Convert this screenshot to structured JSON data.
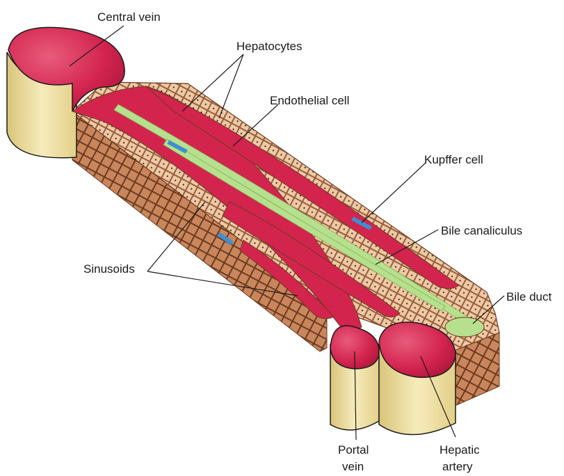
{
  "labels": {
    "central_vein": "Central vein",
    "hepatocytes": "Hepatocytes",
    "endothelial_cell": "Endothelial cell",
    "kupffer_cell": "Kupffer cell",
    "bile_canaliculus": "Bile canaliculus",
    "sinusoids": "Sinusoids",
    "bile_duct": "Bile duct",
    "portal_vein_line1": "Portal",
    "portal_vein_line2": "vein",
    "hepatic_artery_line1": "Hepatic",
    "hepatic_artery_line2": "artery"
  },
  "colors": {
    "blood": "#d3244e",
    "blood_dark": "#a8163a",
    "hepatocyte": "#c9865c",
    "hepatocyte_light": "#efc9a6",
    "hepatocyte_outline": "#6b3a1f",
    "vessel_wall": "#f3e3a3",
    "vessel_wall_shade": "#d9c47a",
    "bile": "#b7e08e",
    "kupffer": "#3f8fd0"
  }
}
